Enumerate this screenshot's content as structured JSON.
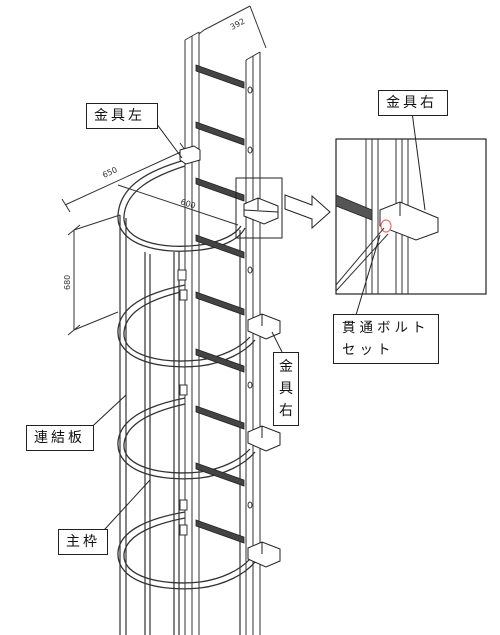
{
  "labels": {
    "bracket_left": "金具左",
    "bracket_right": "金具右",
    "bracket_right_vertical": "金具右",
    "through_bolt_line1": "貫通ボルト",
    "through_bolt_line2": "セット",
    "connecting_plate": "連結板",
    "main_frame": "主枠"
  },
  "dimensions": {
    "rail_width": "392",
    "cage_depth": "650",
    "cage_inner": "600",
    "hoop_spacing": "680"
  }
}
